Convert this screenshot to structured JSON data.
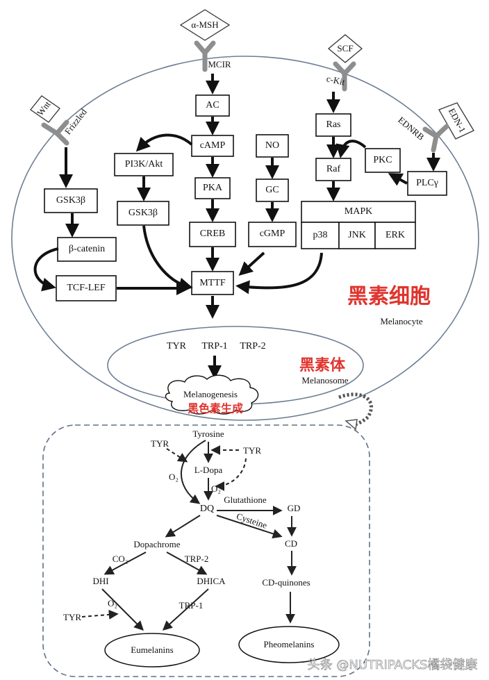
{
  "ligands": {
    "amsh": "α-MSH",
    "scf": "SCF",
    "wnt": "Wnt",
    "edn1": "EDN-1"
  },
  "receptors": {
    "mcir": "MCIR",
    "ckit": "c-Kit",
    "frizzled": "Frizzled",
    "ednrb": "EDNRB"
  },
  "nodes": {
    "ac": "AC",
    "camp": "cAMP",
    "pka": "PKA",
    "creb": "CREB",
    "mttf": "MTTF",
    "pi3k": "PI3K/Akt",
    "gsk3b_mid": "GSK3β",
    "gsk3b_left": "GSK3β",
    "bcatenin": "β-catenin",
    "tcflef": "TCF-LEF",
    "no": "NO",
    "gc": "GC",
    "cgmp": "cGMP",
    "ras": "Ras",
    "raf": "Raf",
    "pkc": "PKC",
    "plcg": "PLCγ",
    "mapk": "MAPK",
    "p38": "p38",
    "jnk": "JNK",
    "erk": "ERK"
  },
  "cell": {
    "melanocyte_cn": "黑素细胞",
    "melanocyte_en": "Melanocyte",
    "melanosome_cn": "黑素体",
    "melanosome_en": "Melanosome",
    "enzymes": [
      "TYR",
      "TRP-1",
      "TRP-2"
    ],
    "melanogenesis_en": "Melanogenesis",
    "melanogenesis_cn": "黑色素生成"
  },
  "pathway": {
    "tyrosine": "Tyrosine",
    "tyr_left": "TYR",
    "tyr_right": "TYR",
    "ldopa": "L-Dopa",
    "o2_left": "O₂",
    "o2_right": "O₂",
    "dq": "DQ",
    "glutathione": "Glutathione",
    "gd": "GD",
    "cysteine": "Cysteine",
    "cd": "CD",
    "dopachrome": "Dopachrome",
    "co2": "CO₂",
    "trp2": "TRP-2",
    "dhi": "DHI",
    "dhica": "DHICA",
    "o2_dhi": "O₂",
    "tyr_dhi": "TYR",
    "trp1": "TRP-1",
    "cdquinones": "CD-quinones",
    "eumelanins": "Eumelanins",
    "pheomelanins": "Pheomelanins"
  },
  "watermark": "头条 @NUTRIPACKS橘袋健康",
  "colors": {
    "receptor": "#8e8e8e",
    "cell_outline": "#6c7d93",
    "dashed_box": "#5f7186",
    "red_label": "#e0342e"
  }
}
